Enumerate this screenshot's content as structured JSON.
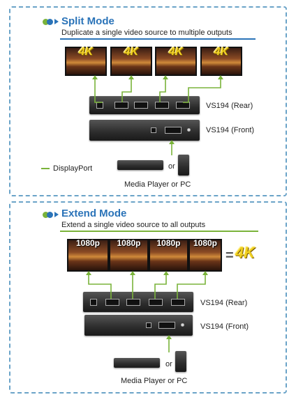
{
  "split": {
    "title": "Split Mode",
    "subtitle": "Duplicate a single video source to multiple outputs",
    "monitor_badges": [
      "4K",
      "4K",
      "4K",
      "4K"
    ],
    "rear_label": "VS194 (Rear)",
    "front_label": "VS194 (Front)",
    "source_or": "or",
    "source_label": "Media Player or PC",
    "legend_label": "DisplayPort"
  },
  "extend": {
    "title": "Extend Mode",
    "subtitle": "Extend a single video source to all outputs",
    "monitor_badges": [
      "1080p",
      "1080p",
      "1080p",
      "1080p"
    ],
    "equals": "=",
    "result_badge": "4K",
    "rear_label": "VS194 (Rear)",
    "front_label": "VS194 (Front)",
    "source_or": "or",
    "source_label": "Media Player or PC"
  },
  "colors": {
    "accent_blue": "#2a73b8",
    "connector_green": "#7ab33a",
    "panel_border": "#6aa3c8"
  }
}
